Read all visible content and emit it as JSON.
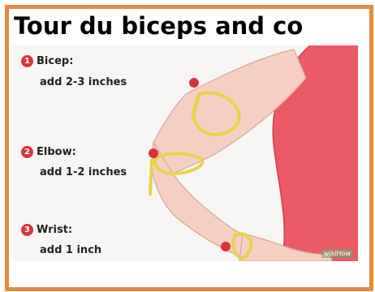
{
  "title": "Tour du biceps and co",
  "steps": [
    {
      "number": "1",
      "name": "Bicep:",
      "note": "add 2-3 inches"
    },
    {
      "number": "2",
      "name": "Elbow:",
      "note": "add 1-2 inches"
    },
    {
      "number": "3",
      "name": "Wrist:",
      "note": "add 1 inch"
    }
  ],
  "watermark": "wikiHow",
  "colors": {
    "border": "#e98a3a",
    "badge": "#d9343b",
    "skin": "#f5cfc2",
    "shirt": "#ec5a66",
    "tape": "#e9d24a"
  }
}
